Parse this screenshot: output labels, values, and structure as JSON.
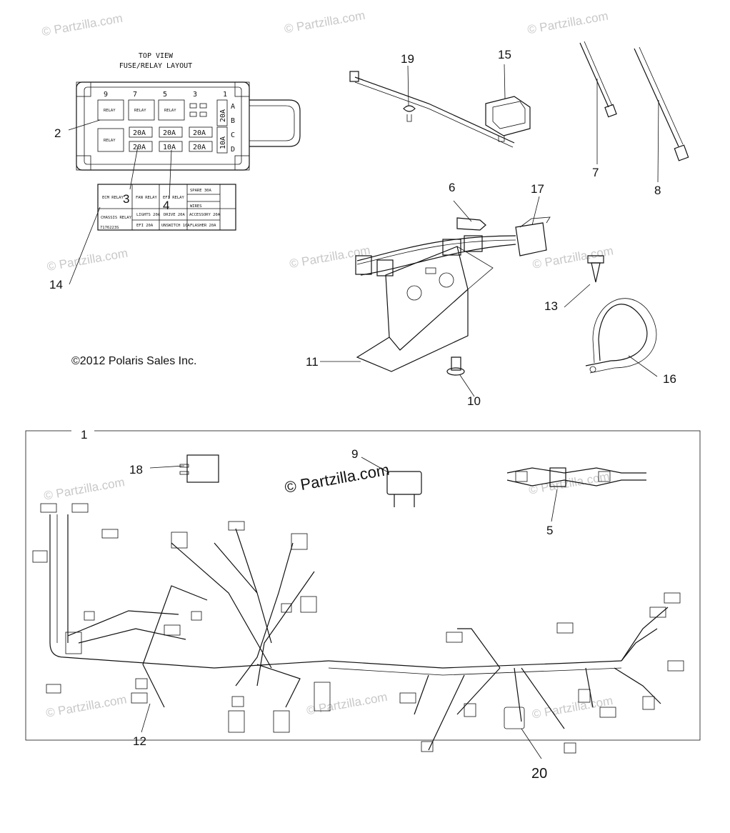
{
  "watermark": "© Partzilla.com",
  "center_watermark": "© Partzilla.com",
  "copyright": "©2012 Polaris Sales Inc.",
  "fuse_box": {
    "title_line1": "TOP VIEW",
    "title_line2": "FUSE/RELAY LAYOUT",
    "positions": [
      "9",
      "7",
      "5",
      "3",
      "1"
    ],
    "rows": [
      "A",
      "B",
      "C",
      "D"
    ],
    "relays": [
      "RELAY",
      "RELAY",
      "RELAY",
      "RELAY"
    ],
    "fuses_top": [
      "20A",
      "20A",
      "20A"
    ],
    "fuses_bottom": [
      "20A",
      "10A",
      "20A"
    ],
    "side_fuses": [
      "20A",
      "10A"
    ]
  },
  "label_card": {
    "c1": "ECM RELAY",
    "c2": "FAN RELAY",
    "c3": "EFI RELAY",
    "c4": "SPARE 30A",
    "c5": "CHASSIS RELAY",
    "c6": "LIGHTS 20A",
    "c7": "DRIVE 20A",
    "c8": "ACCESSORY 20A",
    "c9": "EFI 20A",
    "c10": "UNSWITCH 10A",
    "c11": "FLASHER 20A",
    "c12": "WIRES",
    "part": "7176223S"
  },
  "callouts": [
    "1",
    "2",
    "3",
    "4",
    "5",
    "6",
    "7",
    "8",
    "9",
    "10",
    "11",
    "12",
    "13",
    "14",
    "15",
    "16",
    "17",
    "18",
    "19",
    "20"
  ]
}
